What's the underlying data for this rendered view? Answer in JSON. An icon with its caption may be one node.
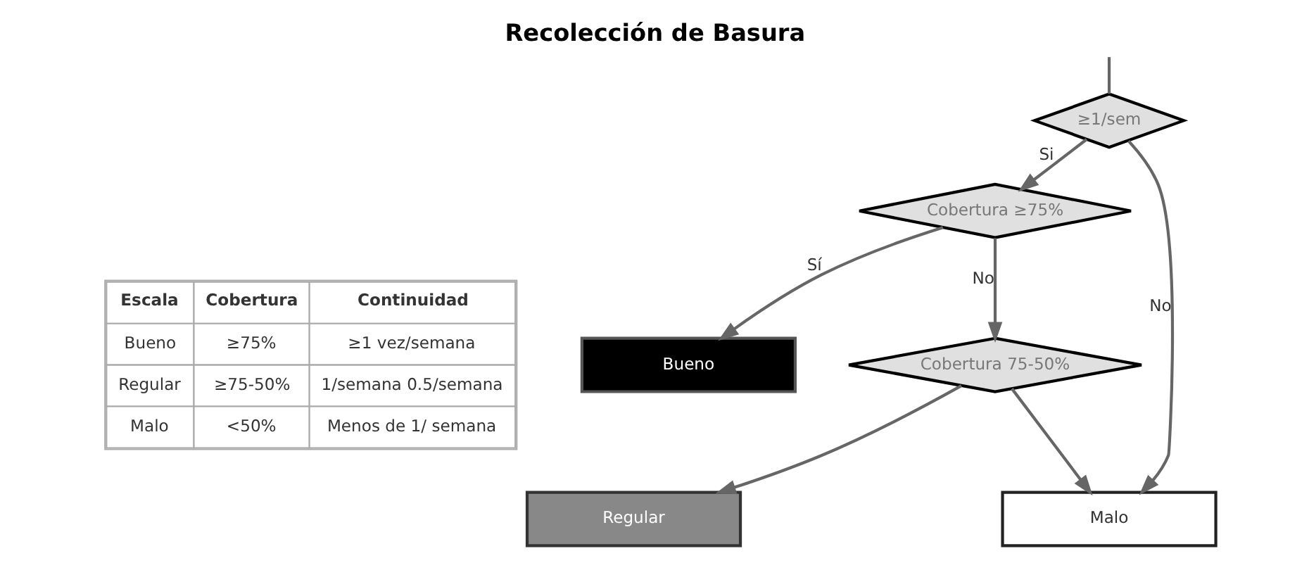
{
  "diagram": {
    "title": "Recolección de Basura",
    "nodes": [
      {
        "text": [
          "≥1/sem"
        ]
      },
      {
        "text": [
          "Cobertura ≥75%"
        ]
      },
      {
        "text": [
          "Bueno"
        ]
      },
      {
        "text": [
          "Cobertura 75-50%"
        ]
      },
      {
        "text": [
          "Regular"
        ]
      },
      {
        "text": [
          "Malo"
        ]
      }
    ],
    "edges": [
      {
        "from": null,
        "to": 0,
        "arrow": "none"
      },
      {
        "from": 0,
        "to": 1,
        "arrow": "to",
        "label": "Si"
      },
      {
        "from": 0,
        "to": 5,
        "arrow": "to",
        "label": "No"
      },
      {
        "from": 1,
        "to": 2,
        "arrow": "to",
        "label": "Sí"
      },
      {
        "from": 1,
        "to": 3,
        "arrow": "to",
        "label": "No"
      },
      {
        "from": 3,
        "to": 4,
        "arrow": "to"
      },
      {
        "from": 3,
        "to": 5,
        "arrow": "to"
      }
    ],
    "labels": [
      "Escala",
      "Cobertura",
      "Continuidad",
      "Bueno",
      "≥75%",
      "≥1 vez/semana",
      "Regular",
      "≥75-50%",
      "1/semana 0.5/semana",
      "Malo",
      "<50%",
      "Menos de 1/ semana"
    ]
  }
}
